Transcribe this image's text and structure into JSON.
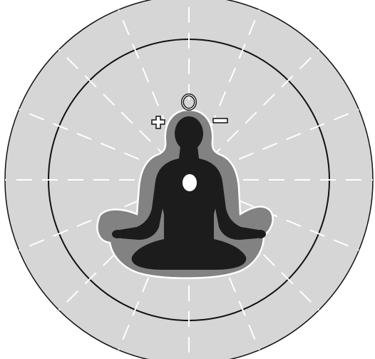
{
  "diagram": {
    "title": "",
    "colors": {
      "background": "#ffffff",
      "disc_fill": "#d6d6d6",
      "ring_stroke": "#111111",
      "radial_lines": "#ffffff",
      "aura_fill": "#828282",
      "aura_outline": "#ffffff",
      "silhouette": "#1c1c1c",
      "heart_dot": "#ffffff"
    },
    "rings": 2,
    "radial_line_count": 16,
    "radial_line_style": "dashed",
    "symbols": {
      "neutral": "O",
      "positive": "+",
      "negative": "−"
    },
    "figure": "meditating-person-silhouette"
  }
}
